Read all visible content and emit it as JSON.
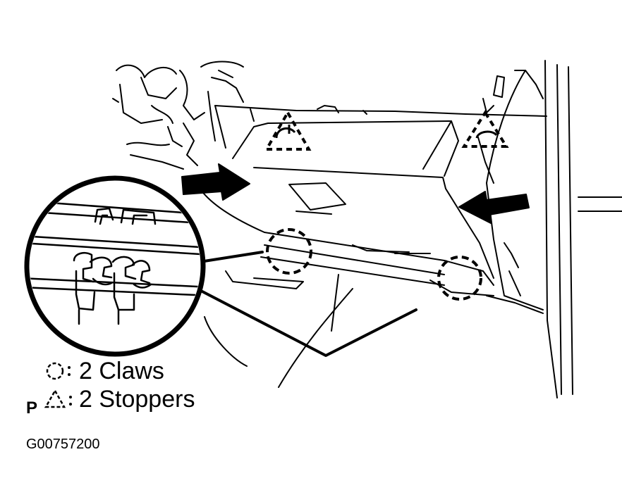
{
  "legend": {
    "claws_label": "2 Claws",
    "stoppers_label": "2 Stoppers",
    "claw_symbol": "dashed-circle-icon",
    "stopper_symbol": "dashed-triangle-icon"
  },
  "view_letter": "P",
  "figure_code": "G00757200",
  "colors": {
    "line": "#000000",
    "background": "#ffffff"
  }
}
